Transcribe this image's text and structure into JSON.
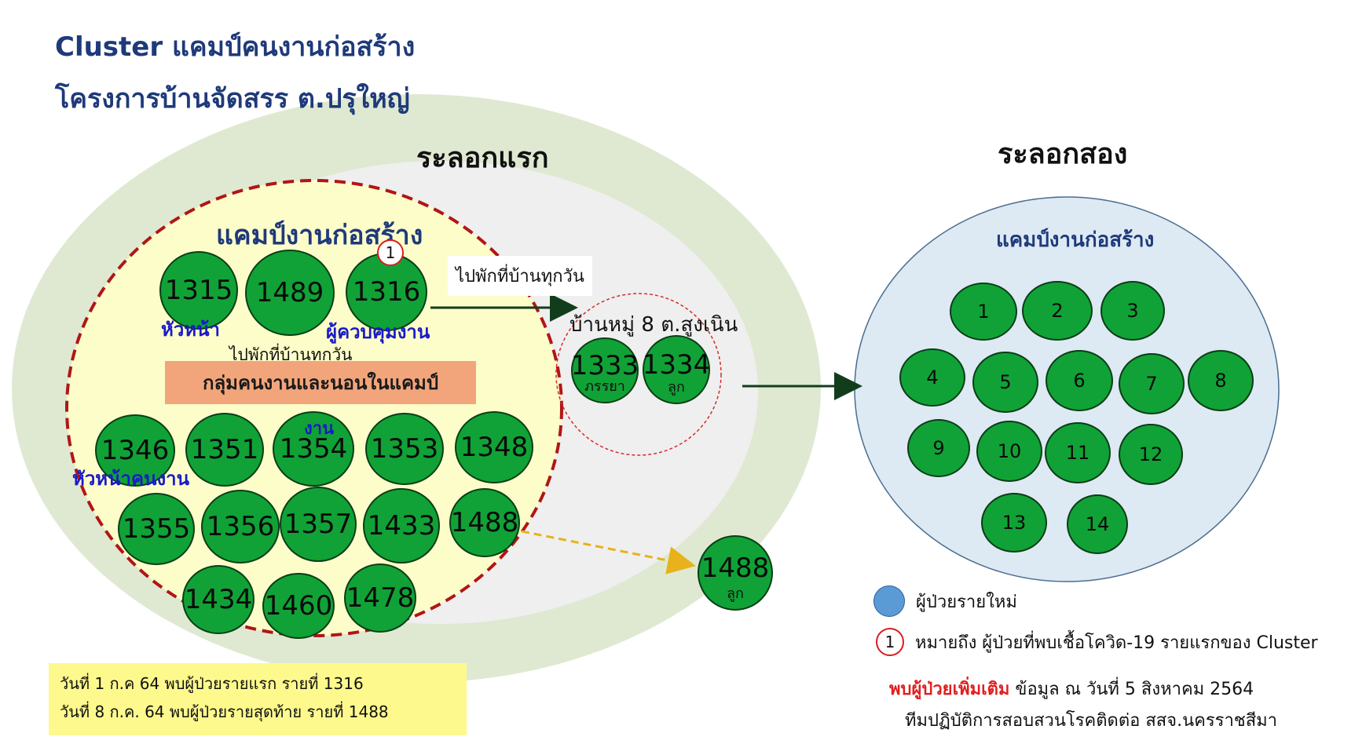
{
  "title": {
    "line1": "Cluster แคมป์คนงานก่อสร้าง",
    "line2": "โครงการบ้านจัดสรร ต.ปรุใหญ่"
  },
  "wave1": {
    "label": "ระลอกแรก",
    "camp_label": "แคมป์งานก่อสร้าง",
    "top_nodes": [
      {
        "id": "1315",
        "note": "หัวหน้า"
      },
      {
        "id": "1489",
        "note": ""
      },
      {
        "id": "1316",
        "note": "ผู้ควบคุมงาน",
        "first_case_marker": "1"
      }
    ],
    "commute_label_small": "ไปพักที่บ้านทุกวัน",
    "commute_label_box": "ไปพักที่บ้านทุกวัน",
    "group_band": "กลุ่มคนงานและนอนในแคมป์",
    "worker_nodes": [
      {
        "id": "1346",
        "note": "หัวหน้าคนงาน"
      },
      {
        "id": "1351",
        "note": ""
      },
      {
        "id": "1354",
        "note": "งาน"
      },
      {
        "id": "1353",
        "note": ""
      },
      {
        "id": "1348",
        "note": ""
      },
      {
        "id": "1355",
        "note": ""
      },
      {
        "id": "1356",
        "note": ""
      },
      {
        "id": "1357",
        "note": ""
      },
      {
        "id": "1433",
        "note": ""
      },
      {
        "id": "1488",
        "note": ""
      },
      {
        "id": "1434",
        "note": ""
      },
      {
        "id": "1460",
        "note": ""
      },
      {
        "id": "1478",
        "note": ""
      }
    ],
    "village": {
      "label": "บ้านหมู่ 8 ต.สูงเนิน",
      "nodes": [
        {
          "id": "1333",
          "sub": "ภรรยา"
        },
        {
          "id": "1334",
          "sub": "ลูก"
        }
      ]
    },
    "offshoot": {
      "id": "1488",
      "sub": "ลูก"
    }
  },
  "wave2": {
    "label": "ระลอกสอง",
    "camp_label": "แคมป์งานก่อสร้าง",
    "nodes": [
      "1",
      "2",
      "3",
      "4",
      "5",
      "6",
      "7",
      "8",
      "9",
      "10",
      "11",
      "12",
      "13",
      "14"
    ]
  },
  "notes": {
    "line1": "วันที่ 1 ก.ค 64 พบผู้ป่วยรายแรก รายที่ 1316",
    "line2": "วันที่ 8 ก.ค. 64 พบผู้ป่วยรายสุดท้าย รายที่ 1488"
  },
  "legend": {
    "new_case": "ผู้ป่วยรายใหม่",
    "first_case_marker": "1",
    "first_case": "หมายถึง ผู้ป่วยที่พบเชื้อโควิด-19 รายแรกของ Cluster"
  },
  "footer": {
    "highlight": "พบผู้ป่วยเพิ่มเติม",
    "date": "ข้อมูล ณ วันที่ 5 สิงหาคม 2564",
    "team": "ทีมปฏิบัติการสอบสวนโรคติดต่อ สสจ.นครราชสีมา"
  },
  "colors": {
    "node_fill": "#10a236",
    "outer_band": "#dfe9d2",
    "inner_grey": "#efefef",
    "camp_yellow": "#fdfdc9",
    "camp_border": "#b01616",
    "wave2_fill": "#dde9f3",
    "title_blue": "#1f3a7a"
  }
}
